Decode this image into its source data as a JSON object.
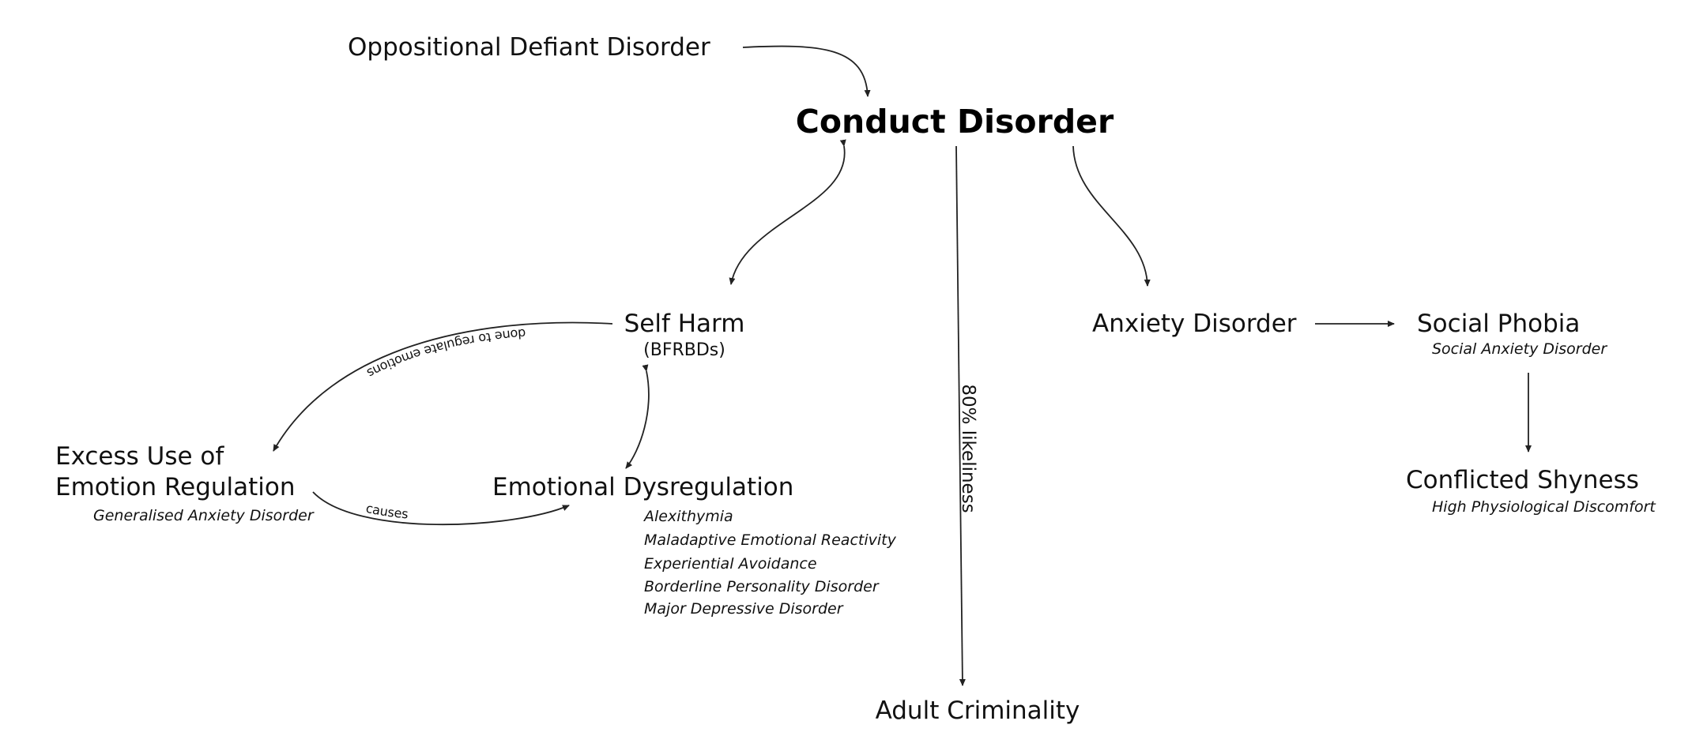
{
  "nodes": {
    "odd": {
      "title": "Oppositional Defiant Disorder"
    },
    "conduct": {
      "title": "Conduct Disorder"
    },
    "self_harm": {
      "title": "Self Harm",
      "subtitle": "(BFRBDs)"
    },
    "anxiety": {
      "title": "Anxiety Disorder"
    },
    "social_phobia": {
      "title": "Social Phobia",
      "note": "Social Anxiety Disorder"
    },
    "conflicted_shyness": {
      "title": "Conflicted Shyness",
      "note": "High Physiological Discomfort"
    },
    "excess_use": {
      "title_line1": "Excess Use of",
      "title_line2": "Emotion Regulation",
      "note": "Generalised Anxiety Disorder"
    },
    "emotional_dysregulation": {
      "title": "Emotional Dysregulation",
      "notes": [
        "Alexithymia",
        "Maladaptive Emotional Reactivity",
        "Experiential Avoidance",
        "Borderline Personality Disorder",
        "Major Depressive Disorder"
      ]
    },
    "adult_criminality": {
      "title": "Adult Criminality"
    }
  },
  "edges": {
    "conduct_to_criminality": "80% likeliness",
    "selfharm_to_excess": "done to regulate emotions",
    "excess_to_dysregulation": "causes"
  }
}
